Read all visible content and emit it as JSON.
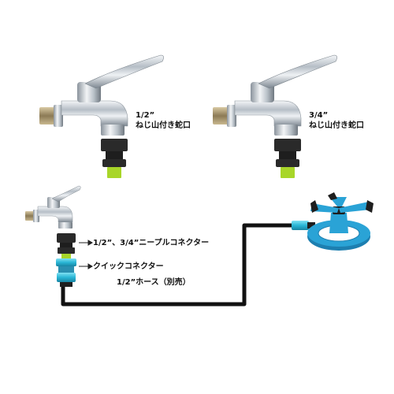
{
  "faucet_1": {
    "size": "1/2”",
    "type": "ねじ山付き蛇口"
  },
  "faucet_2": {
    "size": "3/4”",
    "type": "ねじ山付き蛇口"
  },
  "connection": {
    "nipple_connector": "1/2”、3/4”ニープルコネクター",
    "quick_connector": "クイックコネクター",
    "hose": "1/2”ホース（別売）"
  },
  "colors": {
    "chrome": "#b8c0c8",
    "connector_black": "#1e1e1e",
    "accent_cyan": "#29b6d6",
    "sprinkler_blue": "#2a9fd0",
    "hose_black": "#111111"
  }
}
